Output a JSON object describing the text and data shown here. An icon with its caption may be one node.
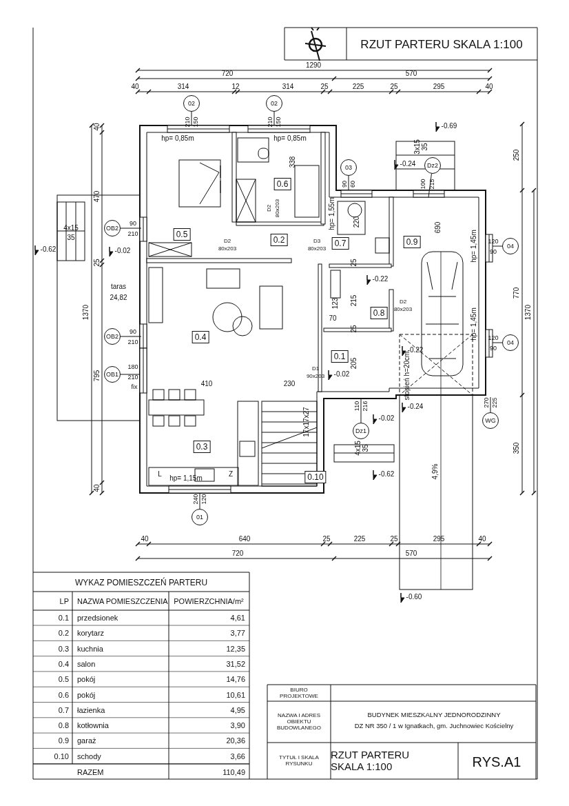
{
  "diagram": {
    "title": "RZUT PARTERU SKALA 1:100",
    "nodes": [
      {
        "text": [
          "02"
        ],
        "beside": [
          "210",
          "150"
        ]
      },
      {
        "text": [
          "02"
        ],
        "beside": [
          "210",
          "150"
        ]
      },
      {
        "text": [
          "Dz2"
        ],
        "beside": [
          "100",
          "215"
        ]
      },
      {
        "text": [
          "03"
        ],
        "beside": [
          "90",
          "60"
        ]
      },
      {
        "text": [
          "0.6"
        ]
      },
      {
        "text": [
          "OB2"
        ],
        "beside": [
          "90",
          "210"
        ]
      },
      {
        "text": [
          "0.5"
        ]
      },
      {
        "text": [
          "0.2"
        ]
      },
      {
        "text": [
          "0.9"
        ]
      },
      {
        "text": [
          "0.7"
        ]
      },
      {
        "text": [
          "04"
        ],
        "beside": [
          "120",
          "90"
        ]
      },
      {
        "text": [
          "0.8"
        ]
      },
      {
        "text": [
          "OB2"
        ],
        "beside": [
          "90",
          "210"
        ]
      },
      {
        "text": [
          "0.4"
        ]
      },
      {
        "text": [
          "04"
        ],
        "beside": [
          "120",
          "90"
        ]
      },
      {
        "text": [
          "0.1"
        ]
      },
      {
        "text": [
          "OB1"
        ],
        "beside": [
          "180",
          "210",
          "fix"
        ]
      },
      {
        "text": [
          "WG"
        ],
        "beside": [
          "270",
          "225"
        ]
      },
      {
        "text": [
          "Dz1"
        ],
        "beside": [
          "110",
          "216"
        ]
      },
      {
        "text": [
          "0.3"
        ]
      },
      {
        "text": [
          "0.10"
        ]
      },
      {
        "text": [
          "01"
        ],
        "beside": [
          "240",
          "120"
        ]
      }
    ],
    "edges": [
      {
        "from": 0,
        "to": null,
        "arrow": "none"
      },
      {
        "from": 1,
        "to": null,
        "arrow": "none"
      },
      {
        "from": 2,
        "to": null,
        "arrow": "none"
      },
      {
        "from": 3,
        "to": null,
        "arrow": "none"
      },
      {
        "from": 5,
        "to": null,
        "arrow": "none"
      },
      {
        "from": 10,
        "to": null,
        "arrow": "none"
      },
      {
        "from": 12,
        "to": null,
        "arrow": "none"
      },
      {
        "from": 14,
        "to": null,
        "arrow": "none"
      },
      {
        "from": 16,
        "to": null,
        "arrow": "none"
      },
      {
        "from": 17,
        "to": null,
        "arrow": "none"
      },
      {
        "from": 18,
        "to": null,
        "arrow": "none"
      },
      {
        "from": 21,
        "to": null,
        "arrow": "none"
      }
    ],
    "labels": [
      "1290",
      "720",
      "570",
      "40",
      "314",
      "12",
      "314",
      "25",
      "225",
      "25",
      "295",
      "40",
      "-0.69",
      "40",
      "hp= 0,85m",
      "hp= 0,85m",
      "3x15",
      "35",
      "250",
      "338",
      "470",
      "-0.24",
      "hp= 1,55m",
      "220",
      "690",
      "4x15",
      "35",
      "D2",
      "80x203",
      "D2",
      "80x203",
      "D3",
      "80x203",
      "-0.62",
      "-0.02",
      "hp= 1,45m",
      "25",
      "25",
      "-0.22",
      "taras",
      "24,82",
      "123",
      "215",
      "770",
      "1370",
      "1370",
      "D2",
      "80x203",
      "70",
      "25",
      "hp= 1,45m",
      "-0.22",
      "205",
      "D1",
      "90x203",
      "-0.02",
      "stopień h=20cm",
      "795",
      "410",
      "230",
      "17x17x27",
      "-0.24",
      "-0.02",
      "4x15",
      "35",
      "350",
      "L",
      "hp= 1,15m",
      "Z",
      "-0.62",
      "4,9%",
      "40",
      "40",
      "640",
      "25",
      "225",
      "25",
      "295",
      "40",
      "720",
      "570",
      "-0.60",
      "WYKAZ POMIESZCZEŃ PARTERU",
      "LP",
      "NAZWA POMIESZCZENIA",
      "POWIERZCHNIA/m²",
      "0.1",
      "przedsionek",
      "4,61",
      "0.2",
      "korytarz",
      "3,77",
      "0.3",
      "kuchnia",
      "12,35",
      "0.4",
      "salon",
      "31,52",
      "0.5",
      "pokój",
      "14,76",
      "0.6",
      "pokój",
      "10,61",
      "0.7",
      "łazienka",
      "4,95",
      "0.8",
      "kotłownia",
      "3,90",
      "0.9",
      "garaż",
      "20,36",
      "0.10",
      "schody",
      "3,66",
      "RAZEM",
      "110,49",
      "BIURO PROJEKTOWE",
      "NAZWA I ADRES OBIEKTU BUDOWLANEGO",
      "BUDYNEK MIESZKALNY JEDNORODZINNY",
      "DZ NR 350 / 1 w Ignatkach, gm. Juchnowiec Kościelny",
      "TYTUŁ I SKALA RYSUNKU",
      "RZUT PARTERU SKALA 1:100",
      "RYS.A1"
    ]
  }
}
